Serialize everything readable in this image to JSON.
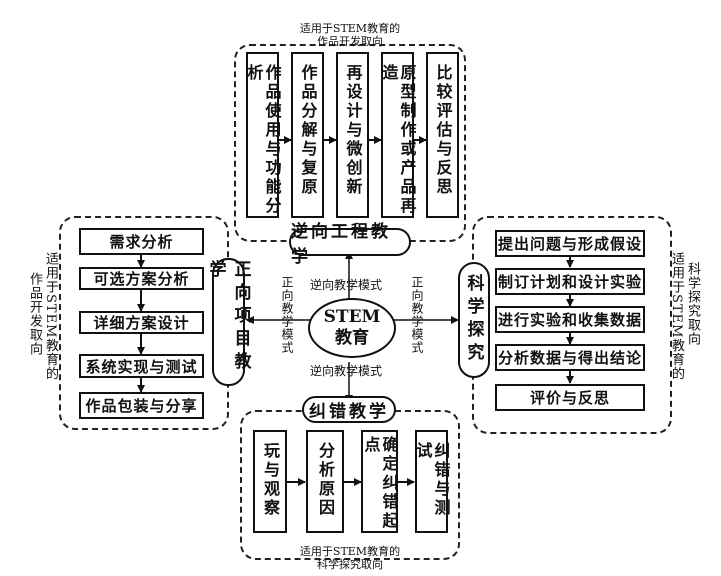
{
  "center": {
    "line1": "STEM",
    "line2": "教育"
  },
  "top": {
    "note_line1": "适用于STEM教育的",
    "note_line2": "作品开发取向",
    "title": "逆向工程教学",
    "steps": [
      "作品使用与功能分析",
      "作品分解与复原",
      "再设计与微创新",
      "原型制作或产品再造",
      "比较评估与反思"
    ]
  },
  "left": {
    "title": "正向项目教学",
    "note_col1": "适用于STEM教育的",
    "note_col2": "作品开发取向",
    "steps": [
      "需求分析",
      "可选方案分析",
      "详细方案设计",
      "系统实现与测试",
      "作品包装与分享"
    ]
  },
  "right": {
    "title": "科学探究",
    "note_col1": "科学探究取向",
    "note_col2": "适用于STEM教育的",
    "steps": [
      "提出问题与形成假设",
      "制订计划和设计实验",
      "进行实验和收集数据",
      "分析数据与得出结论",
      "评价与反思"
    ]
  },
  "bottom": {
    "title": "纠错教学",
    "note_line1": "适用于STEM教育的",
    "note_line2": "科学探究取向",
    "steps": [
      "玩与观察",
      "分析原因",
      "确定纠错起点",
      "纠错与测试"
    ]
  },
  "modes": {
    "top": "逆向教学模式",
    "left": "正向教学模式",
    "right": "正向教学模式",
    "bottom": "逆向教学模式"
  }
}
